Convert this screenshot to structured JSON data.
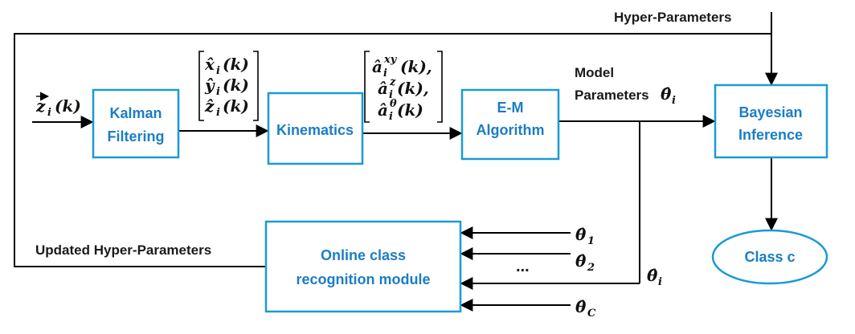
{
  "colors": {
    "block_border": "#1a9ad6",
    "block_text": "#1a7ec4",
    "line": "#000000",
    "text": "#1a1a1a"
  },
  "blocks": {
    "kalman": [
      "Kalman",
      "Filtering"
    ],
    "kinematics": "Kinematics",
    "em": [
      "E-M",
      "Algorithm"
    ],
    "bayesian": [
      "Bayesian",
      "Inference"
    ],
    "online": [
      "Online class",
      "recognition module"
    ],
    "class_c": "Class c"
  },
  "labels": {
    "hyper_parameters": "Hyper-Parameters",
    "updated_hyper_parameters": "Updated Hyper-Parameters",
    "model_line1": "Model",
    "model_line2": "Parameters",
    "ellipsis": "..."
  },
  "math": {
    "input": {
      "base": "z",
      "sub": "i",
      "arg": "(k)"
    },
    "kalman_out": [
      {
        "base": "x̂",
        "sub": "i",
        "arg": "(k)"
      },
      {
        "base": "ŷ",
        "sub": "i",
        "arg": "(k)"
      },
      {
        "base": "ẑ",
        "sub": "i",
        "arg": "(k)"
      }
    ],
    "kin_out": [
      {
        "base": "â",
        "sup": "xy",
        "sub": "i",
        "arg": "(k),"
      },
      {
        "base": "â",
        "sup": "z",
        "sub": "i",
        "arg": "(k),"
      },
      {
        "base": "â",
        "sup": "θ",
        "sub": "i",
        "arg": "(k)"
      }
    ],
    "theta_model": {
      "base": "θ̂",
      "sub": "i"
    },
    "theta_i": {
      "base": "θ̂",
      "sub": "i"
    },
    "theta_1": {
      "base": "θ̂",
      "sub": "1"
    },
    "theta_2": {
      "base": "θ̂",
      "sub": "2"
    },
    "theta_c": {
      "base": "θ̂",
      "sub": "C"
    }
  }
}
